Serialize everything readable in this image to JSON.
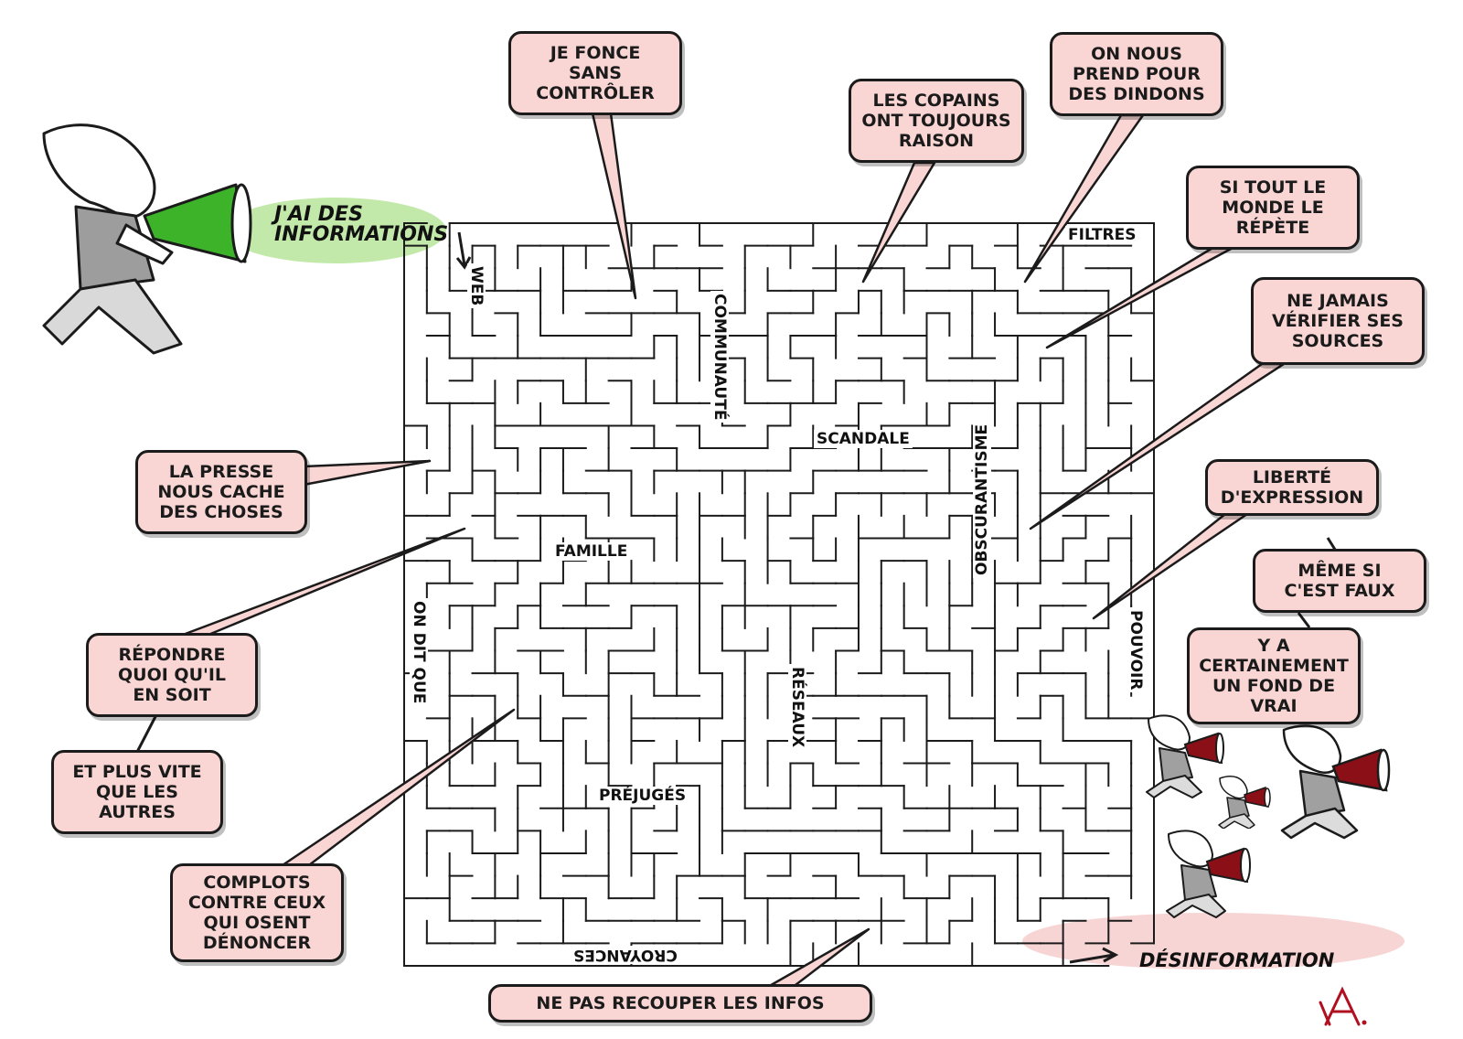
{
  "entry": {
    "text": "J'AI DES\nINFORMATIONS",
    "highlight": "#b7e59a"
  },
  "exit": {
    "text": "DÉSINFORMATION",
    "highlight": "#f7d0d0"
  },
  "bubble_fill": "#f9d6d4",
  "megaphone_colors": {
    "lead": "#3db32a",
    "followers": "#8b0f16"
  },
  "bubbles": {
    "fonce": "JE FONCE\nSANS\nCONTRÔLER",
    "copains": "LES COPAINS\nONT TOUJOURS\nRAISON",
    "dindons": "ON NOUS\nPREND POUR\nDES DINDONS",
    "repete": "SI TOUT LE\nMONDE LE\nRÉPÈTE",
    "sources": "NE JAMAIS\nVÉRIFIER SES\nSOURCES",
    "liberte": "LIBERTÉ\nD'EXPRESSION",
    "faux": "MÊME SI\nC'EST FAUX",
    "fond": "Y A\nCERTAINEMENT\nUN FOND DE\nVRAI",
    "presse": "LA PRESSE\nNOUS CACHE\nDES CHOSES",
    "repondre": "RÉPONDRE\nQUOI QU'IL\nEN SOIT",
    "vite": "ET PLUS VITE\nQUE LES\nAUTRES",
    "complots": "COMPLOTS\nCONTRE CEUX\nQUI OSENT\nDÉNONCER",
    "recouper": "NE PAS RECOUPER LES INFOS"
  },
  "maze_labels": {
    "web": "WEB",
    "communaute": "COMMUNAUTÉ",
    "scandale": "SCANDALE",
    "filtres": "FILTRES",
    "obscurantisme": "OBSCURANTISME",
    "famille": "FAMILLE",
    "on_dit_que": "ON DIT QUE",
    "pouvoir": "POUVOIR",
    "reseaux": "RÉSEAUX",
    "prejuges": "PRÉJUGÉS",
    "croyances": "CROYANCES"
  },
  "signature": "A."
}
